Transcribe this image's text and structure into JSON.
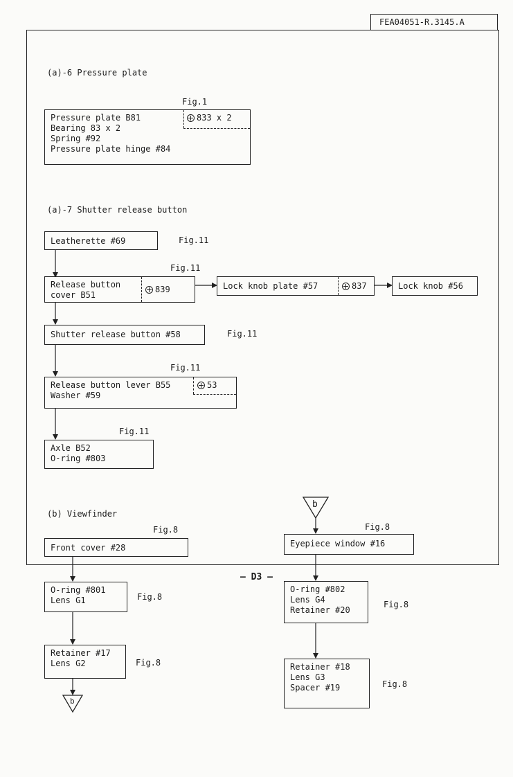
{
  "header": {
    "doc_id": "FEA04051-R.3145.A"
  },
  "section_a6": {
    "heading": "(a)-6  Pressure plate",
    "fig": "Fig.1",
    "box_lines": [
      "Pressure plate B81",
      "Bearing 83 x 2",
      "Spring #92",
      "Pressure plate hinge #84"
    ],
    "screw": "833 x 2"
  },
  "section_a7": {
    "heading": "(a)-7  Shutter release button",
    "leatherette": {
      "label": "Leatherette #69",
      "fig": "Fig.11"
    },
    "release_cover": {
      "lines": [
        "Release button",
        "cover B51"
      ],
      "screw": "839",
      "fig": "Fig.11"
    },
    "lock_plate": {
      "label": "Lock knob plate #57",
      "screw": "837"
    },
    "lock_knob": {
      "label": "Lock knob #56"
    },
    "shutter_button": {
      "label": "Shutter release button #58",
      "fig": "Fig.11"
    },
    "release_lever": {
      "lines": [
        "Release button lever B55",
        "Washer #59"
      ],
      "screw": "53",
      "fig": "Fig.11"
    },
    "axle": {
      "lines": [
        "Axle B52",
        "O-ring #803"
      ],
      "fig": "Fig.11"
    }
  },
  "section_b": {
    "heading": "(b)  Viewfinder",
    "connector_label": "b",
    "left": [
      {
        "lines": [
          "Front cover #28"
        ],
        "fig": "Fig.8"
      },
      {
        "lines": [
          "O-ring #801",
          "Lens G1"
        ],
        "fig": "Fig.8"
      },
      {
        "lines": [
          "Retainer #17",
          "Lens G2"
        ],
        "fig": "Fig.8"
      }
    ],
    "right": [
      {
        "lines": [
          "Eyepiece window #16"
        ],
        "fig": "Fig.8"
      },
      {
        "lines": [
          "O-ring #802",
          "Lens G4",
          "Retainer #20"
        ],
        "fig": "Fig.8"
      },
      {
        "lines": [
          "Retainer #18",
          "Lens G3",
          "Spacer #19"
        ],
        "fig": "Fig.8"
      }
    ]
  },
  "footer": {
    "page": "— D3 —"
  }
}
